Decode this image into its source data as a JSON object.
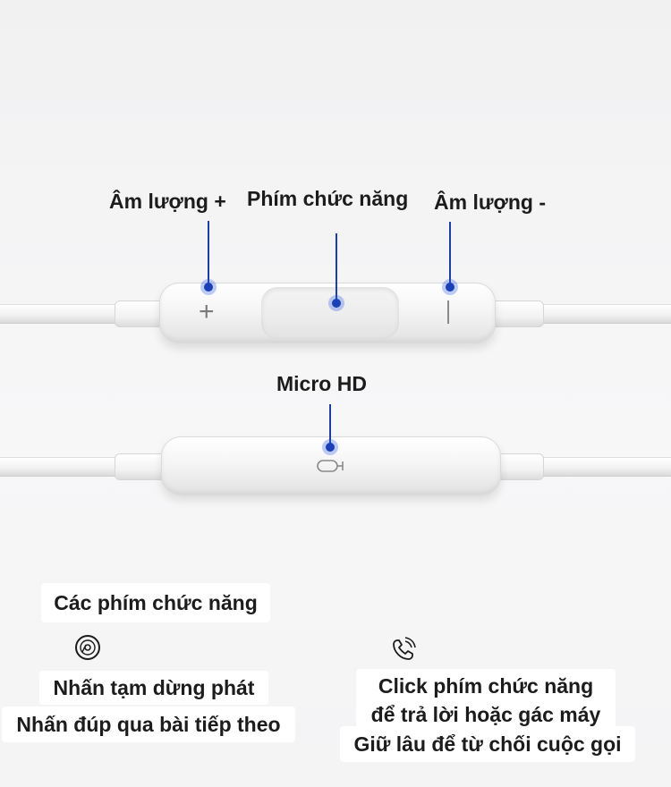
{
  "callouts": {
    "volume_up": "Âm lượng +",
    "function_key": "Phím chức năng",
    "volume_down": "Âm lượng -",
    "micro": "Micro HD"
  },
  "functions": {
    "heading": "Các phím chức năng",
    "music": {
      "icon": "music-disc-icon",
      "line1": "Nhấn tạm dừng phát",
      "line2": "Nhấn đúp qua bài tiếp theo"
    },
    "call": {
      "icon": "phone-call-icon",
      "line1": "Click phím chức năng",
      "line2": "để trả lời hoặc gác máy",
      "line3": "Giữ lâu để từ chối cuộc gọi"
    }
  },
  "colors": {
    "accent_dot": "#1b40b6",
    "leader_line": "#1d3fa3",
    "text": "#1c1c1c"
  }
}
